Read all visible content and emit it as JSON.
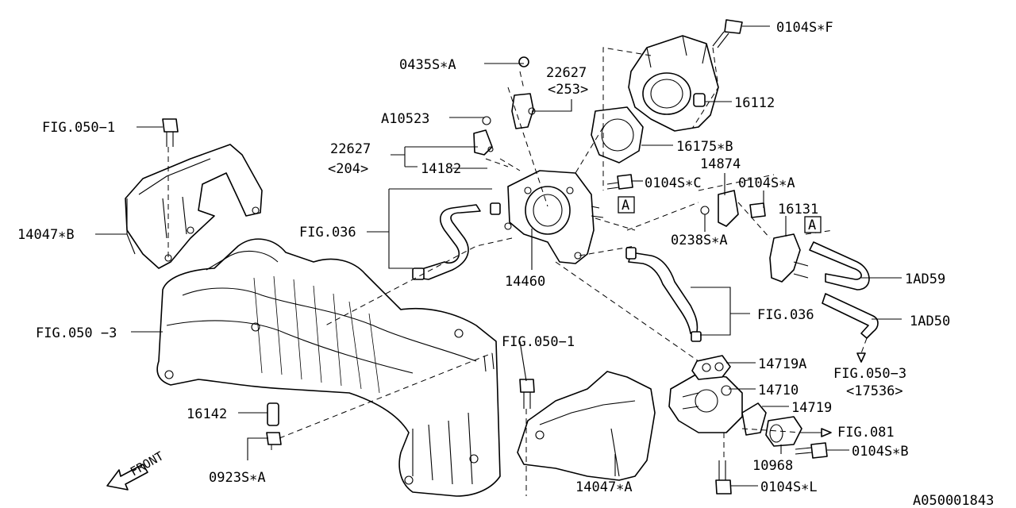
{
  "callouts": {
    "c0104sf": "0104S∗F",
    "c16112": "16112",
    "c16175b": "16175∗B",
    "c0435sa": "0435S∗A",
    "c22627_253_num": "22627",
    "c22627_253_sub": "<253>",
    "ca10523": "A10523",
    "c22627_204_num": "22627",
    "c22627_204_sub": "<204>",
    "c14182": "14182",
    "c0104sc": "0104S∗C",
    "c14874": "14874",
    "c0104sa": "0104S∗A",
    "c16131": "16131",
    "c0238sa": "0238S∗A",
    "cfig036_left": "FIG.036",
    "c14460": "14460",
    "cfig036_right": "FIG.036",
    "c1ad59": "1AD59",
    "c1ad50": "1AD50",
    "cfig0501_top": "FIG.050−1",
    "c14047b": "14047∗B",
    "cfig0503_left": "FIG.050 −3",
    "cfig0501_mid": "FIG.050−1",
    "c14719a": "14719A",
    "c14710": "14710",
    "c14719": "14719",
    "cfig0503_right_num": "FIG.050−3",
    "cfig0503_right_sub": "<17536>",
    "cfig081": "FIG.081",
    "c10968": "10968",
    "c0104sb": "0104S∗B",
    "c0104sl": "0104S∗L",
    "c16142": "16142",
    "c0923sa": "0923S∗A",
    "c14047a": "14047∗A"
  },
  "markers": {
    "ref_a_1": "A",
    "ref_a_2": "A"
  },
  "front_label": "FRONT",
  "diagram_id": "A050001843"
}
